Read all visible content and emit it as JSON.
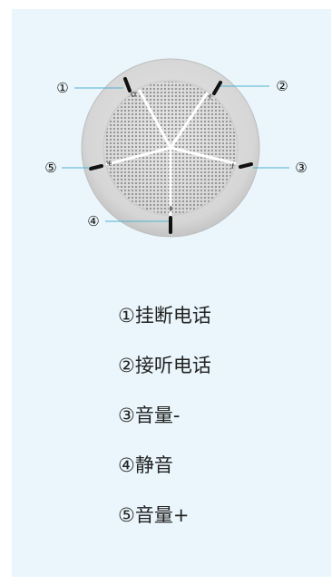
{
  "callouts": [
    "①",
    "②",
    "③",
    "④",
    "⑤"
  ],
  "legend": [
    {
      "text": "①挂断电话"
    },
    {
      "text": "②接听电话"
    },
    {
      "text": "③音量-"
    },
    {
      "text": "④静音"
    },
    {
      "text": "⑤音量+"
    }
  ],
  "colors": {
    "panel_background": "#eaf6fb",
    "leader_line": "#4fb3cf",
    "device_body": "#d9d9d9",
    "grille": "#bfbfbf",
    "button_mark": "#111111"
  }
}
